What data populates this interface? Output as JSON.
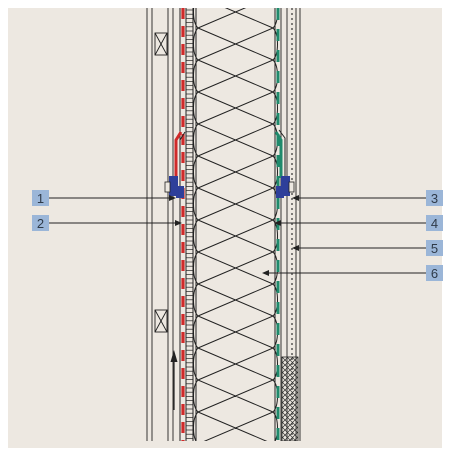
{
  "diagram": {
    "colors": {
      "panel_background": "#ede8e1",
      "line": "#222222",
      "vapour_barrier_red": "#d02a2a",
      "membrane_green": "#1f8a6c",
      "fixing_blue": "#2e3f9a",
      "label_box": "#9bb6d8",
      "label_text": "#2f3a48"
    },
    "callouts_left": [
      {
        "id": "1",
        "label": "1"
      },
      {
        "id": "2",
        "label": "2"
      }
    ],
    "callouts_right": [
      {
        "id": "3",
        "label": "3"
      },
      {
        "id": "4",
        "label": "4"
      },
      {
        "id": "5",
        "label": "5"
      },
      {
        "id": "6",
        "label": "6"
      }
    ]
  }
}
